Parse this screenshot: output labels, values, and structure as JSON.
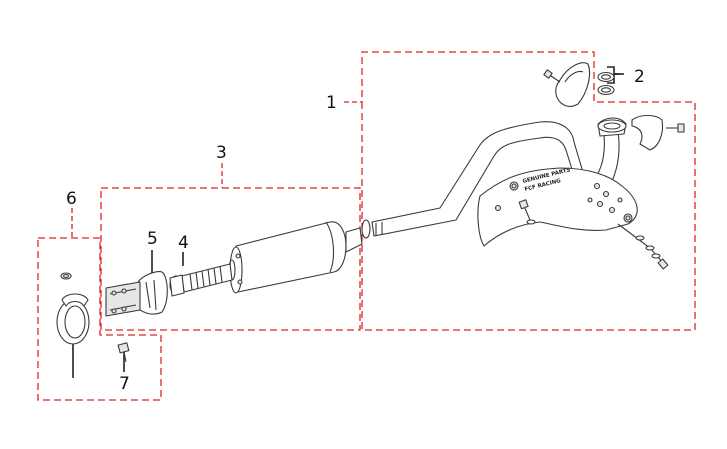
{
  "callouts": [
    {
      "id": "1",
      "label": "1"
    },
    {
      "id": "2",
      "label": "2"
    },
    {
      "id": "3",
      "label": "3"
    },
    {
      "id": "4",
      "label": "4"
    },
    {
      "id": "5",
      "label": "5"
    },
    {
      "id": "6",
      "label": "6"
    },
    {
      "id": "7",
      "label": "7"
    }
  ],
  "branding": {
    "line1": "GENUINE PARTS",
    "line2": "FCF RACING"
  },
  "colors": {
    "group_box": "#e02424",
    "line_art": "#3a3a3a"
  }
}
